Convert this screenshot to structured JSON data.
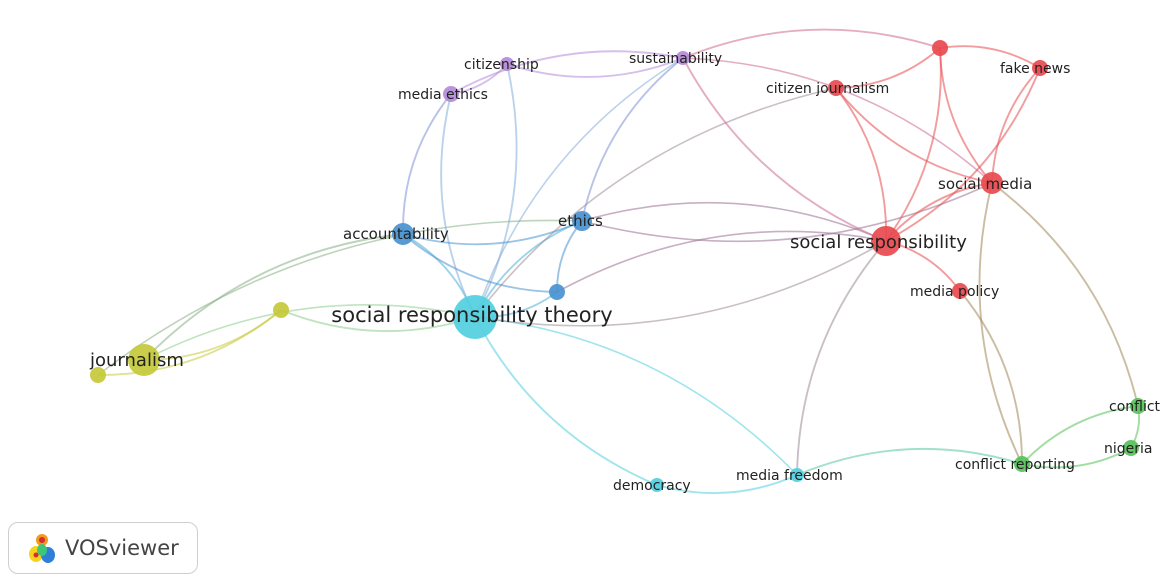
{
  "colors": {
    "red": "#e84a4f",
    "cyan": "#52cfdf",
    "blue": "#4a93d0",
    "purple": "#b48ad8",
    "yellow": "#c6c93a",
    "green": "#57c15a"
  },
  "nodes": [
    {
      "id": "social-responsibility-theory",
      "label": "social responsibility theory",
      "cluster": "cyan"
    },
    {
      "id": "journalism",
      "label": "journalism",
      "cluster": "yellow"
    },
    {
      "id": "yellow-small-1",
      "label": "",
      "cluster": "yellow"
    },
    {
      "id": "yellow-small-2",
      "label": "",
      "cluster": "yellow"
    },
    {
      "id": "accountability",
      "label": "accountability",
      "cluster": "blue"
    },
    {
      "id": "ethics",
      "label": "ethics",
      "cluster": "blue"
    },
    {
      "id": "blue-small",
      "label": "",
      "cluster": "blue"
    },
    {
      "id": "media-ethics",
      "label": "media ethics",
      "cluster": "purple"
    },
    {
      "id": "citizenship",
      "label": "citizenship",
      "cluster": "purple"
    },
    {
      "id": "sustainability",
      "label": "sustainability",
      "cluster": "purple"
    },
    {
      "id": "citizen-journalism",
      "label": "citizen journalism",
      "cluster": "red"
    },
    {
      "id": "red-small",
      "label": "",
      "cluster": "red"
    },
    {
      "id": "fake-news",
      "label": "fake news",
      "cluster": "red"
    },
    {
      "id": "social-media",
      "label": "social media",
      "cluster": "red"
    },
    {
      "id": "social-responsibility",
      "label": "social responsibility",
      "cluster": "red"
    },
    {
      "id": "media-policy",
      "label": "media policy",
      "cluster": "red"
    },
    {
      "id": "democracy",
      "label": "democracy",
      "cluster": "cyan"
    },
    {
      "id": "media-freedom",
      "label": "media freedom",
      "cluster": "cyan"
    },
    {
      "id": "conflict-reporting",
      "label": "conflict reporting",
      "cluster": "green"
    },
    {
      "id": "nigeria",
      "label": "nigeria",
      "cluster": "green"
    },
    {
      "id": "conflict",
      "label": "conflict",
      "cluster": "green"
    }
  ],
  "links": [
    [
      "social-responsibility-theory",
      "accountability"
    ],
    [
      "social-responsibility-theory",
      "ethics"
    ],
    [
      "social-responsibility-theory",
      "blue-small"
    ],
    [
      "social-responsibility-theory",
      "media-ethics"
    ],
    [
      "social-responsibility-theory",
      "citizenship"
    ],
    [
      "social-responsibility-theory",
      "sustainability"
    ],
    [
      "social-responsibility-theory",
      "journalism"
    ],
    [
      "social-responsibility-theory",
      "yellow-small-2"
    ],
    [
      "social-responsibility-theory",
      "democracy"
    ],
    [
      "social-responsibility-theory",
      "media-freedom"
    ],
    [
      "social-responsibility-theory",
      "social-responsibility"
    ],
    [
      "social-responsibility-theory",
      "citizen-journalism"
    ],
    [
      "journalism",
      "yellow-small-2"
    ],
    [
      "journalism",
      "accountability"
    ],
    [
      "yellow-small-1",
      "yellow-small-2"
    ],
    [
      "yellow-small-1",
      "ethics"
    ],
    [
      "accountability",
      "ethics"
    ],
    [
      "accountability",
      "media-ethics"
    ],
    [
      "accountability",
      "blue-small"
    ],
    [
      "ethics",
      "sustainability"
    ],
    [
      "ethics",
      "social-media"
    ],
    [
      "ethics",
      "social-responsibility"
    ],
    [
      "ethics",
      "blue-small"
    ],
    [
      "blue-small",
      "social-responsibility"
    ],
    [
      "media-ethics",
      "citizenship"
    ],
    [
      "media-ethics",
      "sustainability"
    ],
    [
      "citizenship",
      "sustainability"
    ],
    [
      "sustainability",
      "social-media"
    ],
    [
      "sustainability",
      "social-responsibility"
    ],
    [
      "sustainability",
      "red-small"
    ],
    [
      "citizen-journalism",
      "social-media"
    ],
    [
      "citizen-journalism",
      "social-responsibility"
    ],
    [
      "citizen-journalism",
      "red-small"
    ],
    [
      "red-small",
      "fake-news"
    ],
    [
      "red-small",
      "social-media"
    ],
    [
      "red-small",
      "social-responsibility"
    ],
    [
      "fake-news",
      "social-media"
    ],
    [
      "fake-news",
      "social-responsibility"
    ],
    [
      "social-media",
      "social-responsibility"
    ],
    [
      "social-media",
      "conflict"
    ],
    [
      "social-media",
      "conflict-reporting"
    ],
    [
      "social-responsibility",
      "media-policy"
    ],
    [
      "social-responsibility",
      "media-freedom"
    ],
    [
      "media-policy",
      "conflict-reporting"
    ],
    [
      "democracy",
      "media-freedom"
    ],
    [
      "media-freedom",
      "conflict-reporting"
    ],
    [
      "conflict-reporting",
      "nigeria"
    ],
    [
      "conflict-reporting",
      "conflict"
    ],
    [
      "nigeria",
      "conflict"
    ]
  ],
  "brand": {
    "name": "VOSviewer",
    "icon": "vosviewer-logo-icon"
  }
}
